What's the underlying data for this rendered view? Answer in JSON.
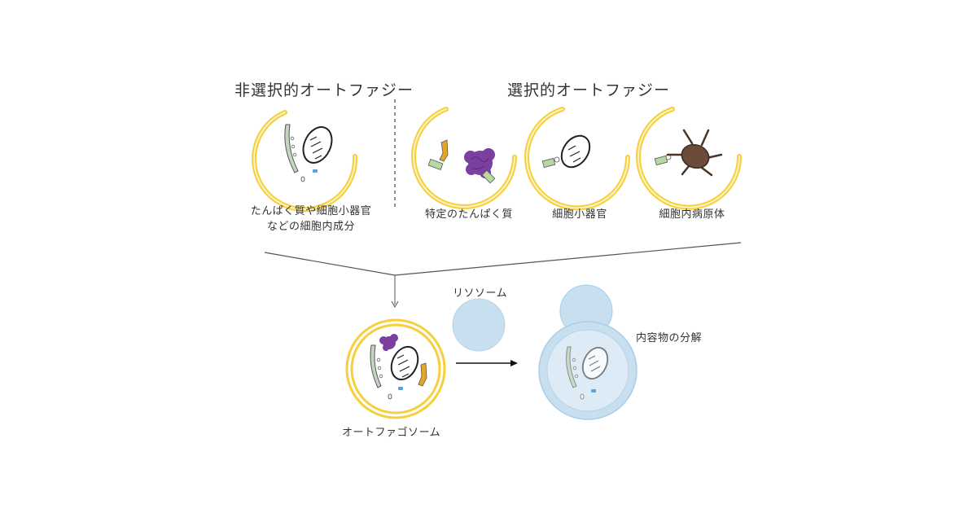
{
  "headings": {
    "non_selective": "非選択的オートファジー",
    "selective": "選択的オートファジー"
  },
  "captions": {
    "non_selective_line1": "たんぱく質や細胞小器官",
    "non_selective_line2": "などの細胞内成分",
    "specific_protein": "特定のたんぱく質",
    "organelle": "細胞小器官",
    "pathogen": "細胞内病原体"
  },
  "labels": {
    "lysosome": "リソソーム",
    "autophagosome": "オートファゴソーム",
    "degradation": "内容物の分解"
  },
  "colors": {
    "membrane": "#f5cf3c",
    "membrane_inner": "#fdf3c4",
    "lysosome": "#c8dff0",
    "lysosome_edge": "#a9cde8",
    "protein_aggregate": "#7b3fa0",
    "pathogen": "#6b4b3a",
    "receptor": "#b7d7a3",
    "small_protein": "#e6a628",
    "er_fragment": "#c5d6c0",
    "ion": "#5aa6dc"
  }
}
